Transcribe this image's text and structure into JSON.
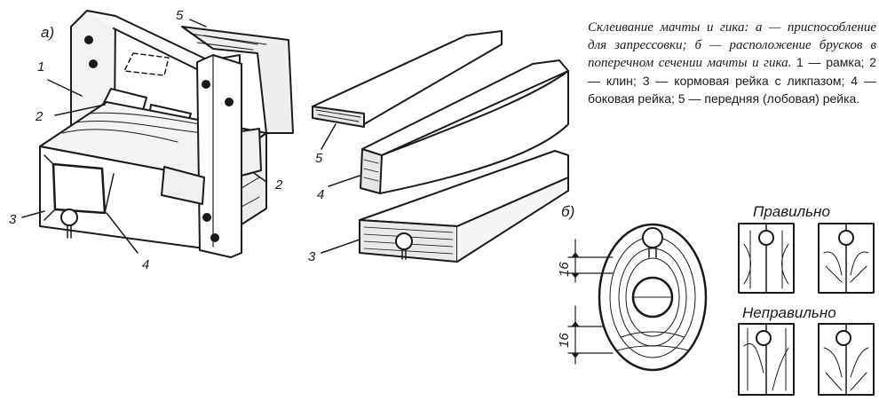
{
  "labels": {
    "part_a": "а)",
    "part_b": "б)",
    "num_1": "1",
    "num_2": "2",
    "num_3": "3",
    "num_4": "4",
    "num_5": "5",
    "dim_1": "16",
    "dim_2": "16",
    "correct": "Правильно",
    "incorrect": "Неправильно"
  },
  "caption": {
    "title": "Склеивание мачты и гика: а — приспособление для запрессовки; б — расположение брусков в поперечном сечении мачты и гика.",
    "legend": "1 — рамка; 2 — клин; 3 — кормовая рейка с ликпазом; 4 — боковая рейка; 5 — передняя (лобовая) рейка."
  }
}
